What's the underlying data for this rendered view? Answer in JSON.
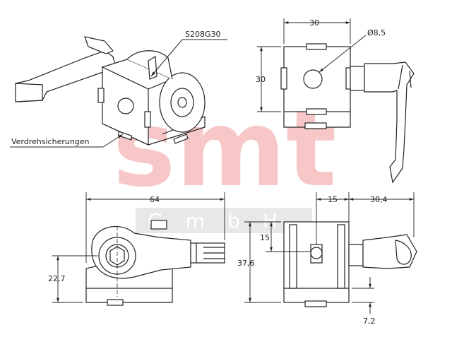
{
  "labels": {
    "part_number": "S208G30",
    "anti_rotation": "Verdrehsicherungen"
  },
  "dimensions": {
    "top_width": "30",
    "top_height": "30",
    "bore_diameter": "Ø8,5",
    "side_length": "64",
    "side_height": "22,7",
    "front_offset": "15",
    "front_projection": "30,4",
    "front_inner_height": "15",
    "front_total_height": "37,6",
    "front_base_height": "7,2"
  },
  "watermark": {
    "logo": "smt",
    "company": "GmbH",
    "logo_color": "#f4b4b4"
  }
}
